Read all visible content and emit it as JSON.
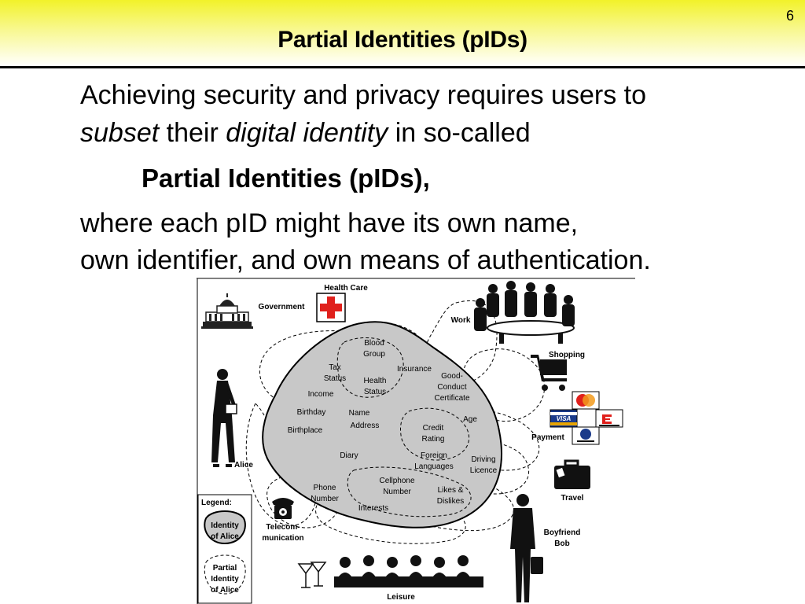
{
  "slide": {
    "title": "Partial Identities (pIDs)",
    "number": "6"
  },
  "body": {
    "line1": "Achieving security and privacy requires users to",
    "line2_subset": "subset",
    "line2_their": " their ",
    "line2_digital_identity": "digital identity",
    "line2_rest": " in so-called",
    "line3": "Partial Identities (pIDs),",
    "line4": "where each pID might have its own name,",
    "line5": "own identifier, and own means of authentication."
  },
  "diagram": {
    "areas": {
      "health_care": "Health Care",
      "government": "Government",
      "work": "Work",
      "shopping": "Shopping",
      "payment": "Payment",
      "travel": "Travel",
      "telecom_1": "Telecom-",
      "telecom_2": "munication",
      "leisure": "Leisure",
      "alice": "Alice",
      "boyfriend_1": "Boyfriend",
      "boyfriend_2": "Bob"
    },
    "attributes": {
      "blood_group_1": "Blood",
      "blood_group_2": "Group",
      "insurance": "Insurance",
      "tax_status_1": "Tax",
      "tax_status_2": "Status",
      "health_status_1": "Health",
      "health_status_2": "Status",
      "good_conduct_1": "Good-",
      "good_conduct_2": "Conduct",
      "good_conduct_3": "Certificate",
      "income": "Income",
      "birthday": "Birthday",
      "name": "Name",
      "address": "Address",
      "age": "Age",
      "credit_rating_1": "Credit",
      "credit_rating_2": "Rating",
      "birthplace": "Birthplace",
      "diary": "Diary",
      "foreign_languages_1": "Foreign",
      "foreign_languages_2": "Languages",
      "driving_licence_1": "Driving",
      "driving_licence_2": "Licence",
      "phone_number_1": "Phone",
      "phone_number_2": "Number",
      "cellphone_number_1": "Cellphone",
      "cellphone_number_2": "Number",
      "likes_dislikes_1": "Likes &",
      "likes_dislikes_2": "Dislikes",
      "interests": "Interests"
    },
    "legend": {
      "title": "Legend:",
      "identity_1": "Identity",
      "identity_2": "of Alice",
      "partial_1": "Partial",
      "partial_2": "Identity",
      "partial_3": "of Alice"
    },
    "card_logos": {
      "visa": "VISA",
      "mastercard": "MasterCard",
      "eurocard": "EUROCARD",
      "diners": "Diners Club"
    },
    "colors": {
      "identity_fill": "#c8c8c8",
      "health_cross": "#e0201c",
      "header_yellow": "#f2f22a"
    }
  }
}
